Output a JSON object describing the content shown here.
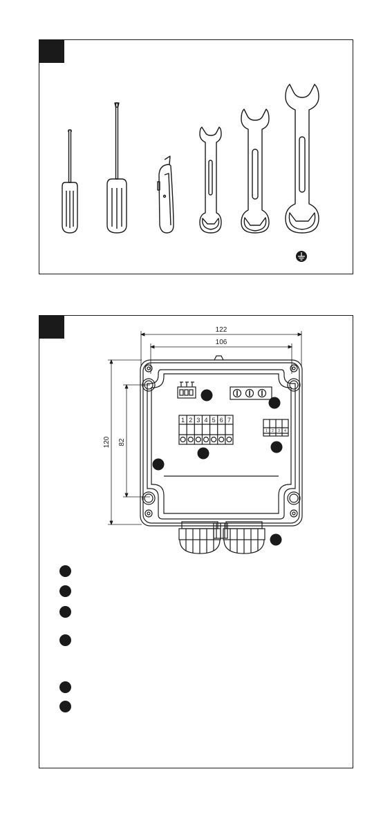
{
  "panel_tools": {
    "tools": [
      "screwdriver-small",
      "screwdriver-large",
      "utility-knife",
      "wrench-small",
      "wrench-medium",
      "wrench-large"
    ],
    "symbol_icon": "earth-ground-symbol"
  },
  "panel_enclosure": {
    "dimensions": {
      "outer_width": "122",
      "inner_width": "106",
      "outer_height": "120",
      "inner_height": "82"
    },
    "terminal_block_main": [
      "1",
      "2",
      "3",
      "4",
      "5",
      "6",
      "7"
    ],
    "terminal_block_small": [
      "1",
      "2",
      "3",
      "4"
    ],
    "legend_items_count": 6
  },
  "colors": {
    "ink": "#1a1a1a",
    "paper": "#ffffff"
  }
}
